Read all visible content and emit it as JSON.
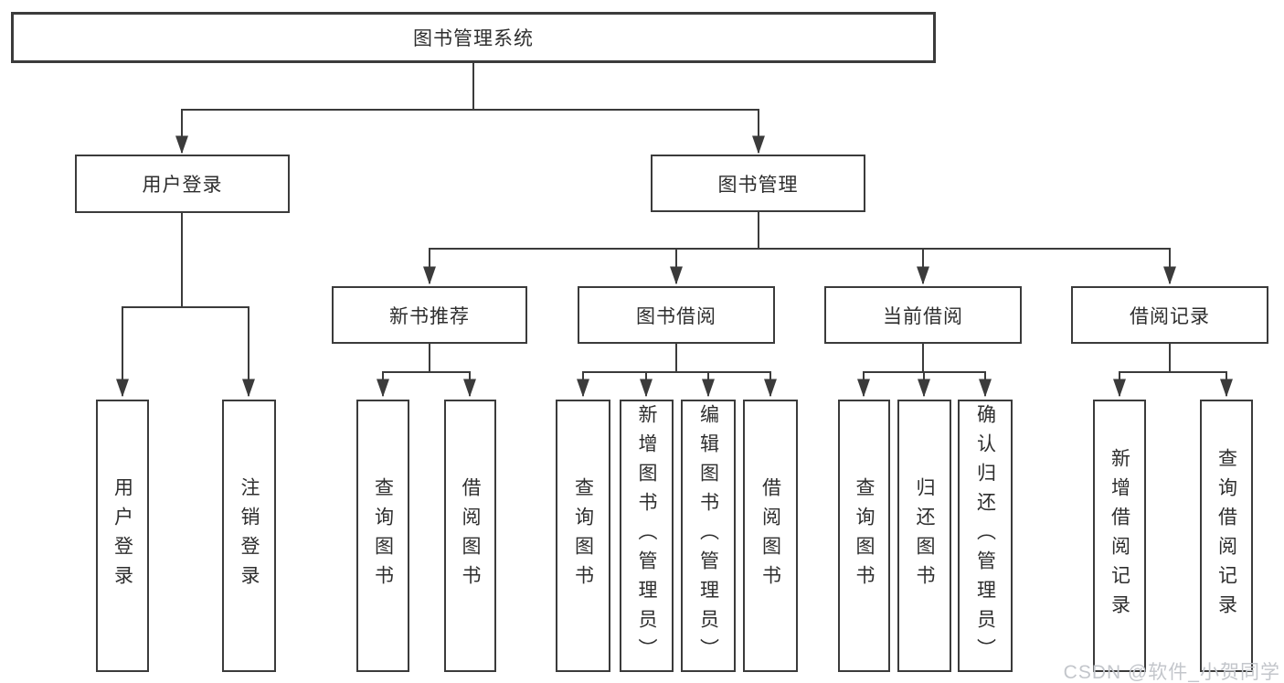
{
  "diagram": {
    "root": {
      "label": "图书管理系统"
    },
    "branches": [
      {
        "label": "用户登录",
        "leaves": [
          {
            "label": "用户登录"
          },
          {
            "label": "注销登录"
          }
        ]
      },
      {
        "label": "图书管理",
        "groups": [
          {
            "label": "新书推荐",
            "leaves": [
              {
                "label": "查询图书"
              },
              {
                "label": "借阅图书"
              }
            ]
          },
          {
            "label": "图书借阅",
            "leaves": [
              {
                "label": "查询图书"
              },
              {
                "label": "新增图书（管理员）"
              },
              {
                "label": "编辑图书（管理员）"
              },
              {
                "label": "借阅图书"
              }
            ]
          },
          {
            "label": "当前借阅",
            "leaves": [
              {
                "label": "查询图书"
              },
              {
                "label": "归还图书"
              },
              {
                "label": "确认归还（管理员）"
              }
            ]
          },
          {
            "label": "借阅记录",
            "leaves": [
              {
                "label": "新增借阅记录"
              },
              {
                "label": "查询借阅记录"
              }
            ]
          }
        ]
      }
    ]
  },
  "watermark": {
    "text": "CSDN @软件_小贺同学"
  },
  "colors": {
    "line": "#3b3b3b",
    "node_border": "#3b3b3b",
    "text": "#2e2e2e",
    "background": "#ffffff",
    "watermark": "#c3c6cb"
  }
}
